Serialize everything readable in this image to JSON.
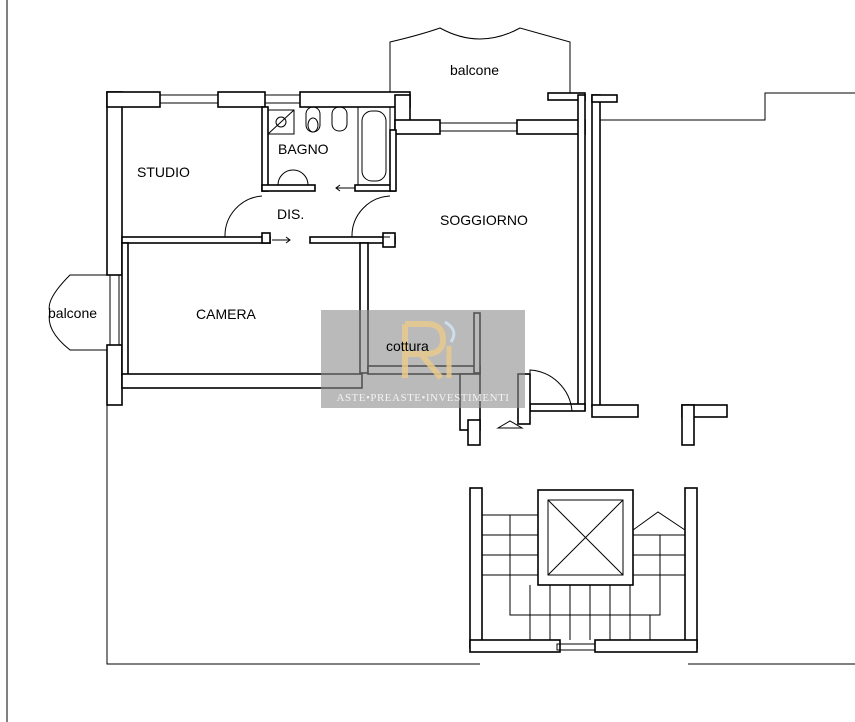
{
  "rooms": {
    "balcone_top": "balcone",
    "balcone_left": "balcone",
    "studio": "STUDIO",
    "bagno": "BAGNO",
    "dis": "DIS.",
    "soggiorno": "SOGGIORNO",
    "camera": "CAMERA",
    "cottura": "cottura"
  },
  "watermark": {
    "logo": "R",
    "text": "ASTE•PREASTE•INVESTIMENTI"
  }
}
